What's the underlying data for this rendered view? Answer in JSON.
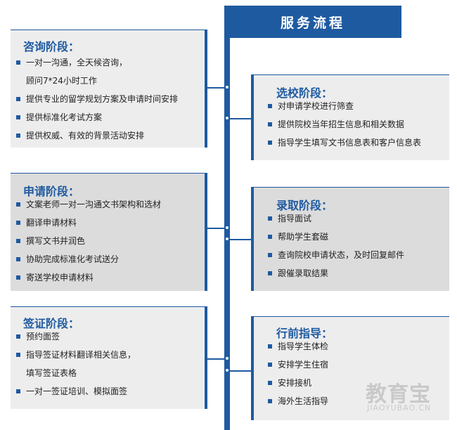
{
  "title": "服务流程",
  "colors": {
    "accent": "#1e5aa0",
    "card_light": "#ededed",
    "card_dark": "#dcdcdc"
  },
  "stages": {
    "consult": {
      "title": "咨询阶段：",
      "items": [
        "一对一沟通，全天候咨询，",
        "顾问7*24小时工作",
        "提供专业的留学规划方案及申请时间安排",
        "提供标准化考试方案",
        "提供权威、有效的背景活动安排"
      ]
    },
    "school": {
      "title": "选校阶段：",
      "items": [
        "对申请学校进行筛查",
        "提供院校当年招生信息和相关数据",
        "指导学生填写文书信息表和客户信息表"
      ]
    },
    "apply": {
      "title": "申请阶段：",
      "items": [
        "文案老师一对一沟通文书架构和选材",
        "翻译申请材料",
        "撰写文书并润色",
        "协助完成标准化考试送分",
        "寄送学校申请材料"
      ]
    },
    "admit": {
      "title": "录取阶段：",
      "items": [
        "指导面试",
        "帮助学生套磁",
        "查询院校申请状态，及时回复邮件",
        "跟催录取结果"
      ]
    },
    "visa": {
      "title": "签证阶段：",
      "items": [
        "预约面签",
        "指导签证材料翻译相关信息，",
        "填写签证表格",
        "一对一签证培训、模拟面签"
      ]
    },
    "depart": {
      "title": "行前指导：",
      "items": [
        "指导学生体检",
        "安排学生住宿",
        "安排接机",
        "海外生活指导"
      ]
    }
  },
  "watermark": {
    "text": "教育宝",
    "sub": "JIAOYUBAO.CN"
  }
}
